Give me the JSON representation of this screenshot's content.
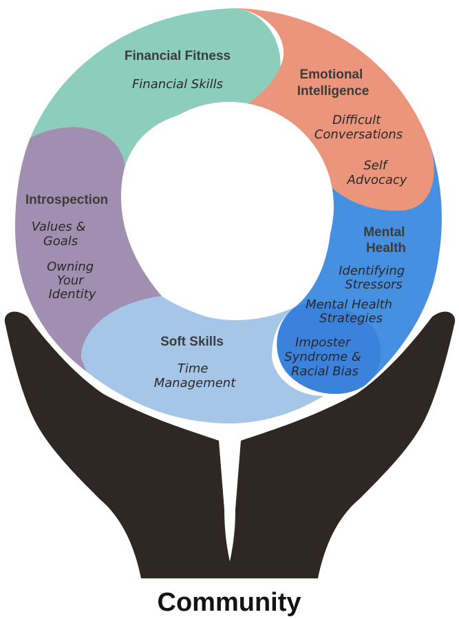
{
  "colors": {
    "financial_fitness": "#8ccdbb",
    "emotional_intelligence": "#ea957c",
    "mental_health": "#4690e2",
    "imposter": "#3b82dc",
    "soft_skills": "#a6c6e8",
    "introspection": "#a08fb1",
    "hands": "#2e2724"
  },
  "segments": {
    "financial_fitness": {
      "title": "Financial Fitness",
      "items": [
        "Financial Skills"
      ]
    },
    "emotional_intelligence": {
      "title_lines": [
        "Emotional",
        "Intelligence"
      ],
      "items": [
        [
          "Difficult",
          "Conversations"
        ],
        [
          "Self",
          "Advocacy"
        ]
      ]
    },
    "mental_health": {
      "title_lines": [
        "Mental",
        "Health"
      ],
      "items": [
        [
          "Identifying",
          "Stressors"
        ],
        [
          "Mental Health",
          "Strategies"
        ],
        [
          "Imposter",
          "Syndrome &",
          "Racial Bias"
        ]
      ]
    },
    "soft_skills": {
      "title": "Soft Skills",
      "items": [
        [
          "Time",
          "Management"
        ]
      ]
    },
    "introspection": {
      "title": "Introspection",
      "items": [
        [
          "Values &",
          "Goals"
        ],
        [
          "Owning",
          "Your",
          "Identity"
        ]
      ]
    }
  },
  "footer": {
    "label": "Community"
  }
}
